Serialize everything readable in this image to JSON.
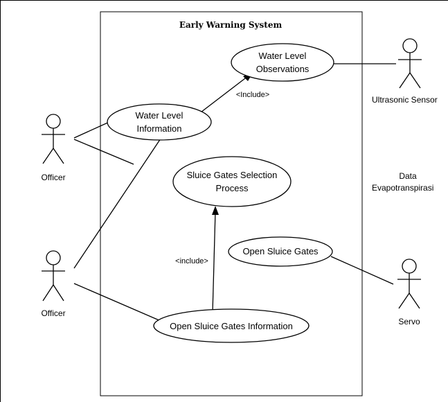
{
  "system": {
    "title": "Early Warning System"
  },
  "actors": {
    "officer_top": "Officer",
    "officer_bottom": "Officer",
    "ultrasonic": "Ultrasonic Sensor",
    "servo": "Servo"
  },
  "use_cases": {
    "water_level_observations": [
      "Water Level",
      "Observations"
    ],
    "water_level_information": [
      "Water Level",
      "Information"
    ],
    "sluice_gates_selection": [
      "Sluice Gates Selection",
      "Process"
    ],
    "open_sluice_gates": "Open Sluice Gates",
    "open_sluice_gates_information": "Open Sluice Gates Information"
  },
  "relations": {
    "include_upper": "<Include>",
    "include_lower": "<include>"
  },
  "floating_text": [
    "Data",
    "Evapotranspirasi"
  ]
}
